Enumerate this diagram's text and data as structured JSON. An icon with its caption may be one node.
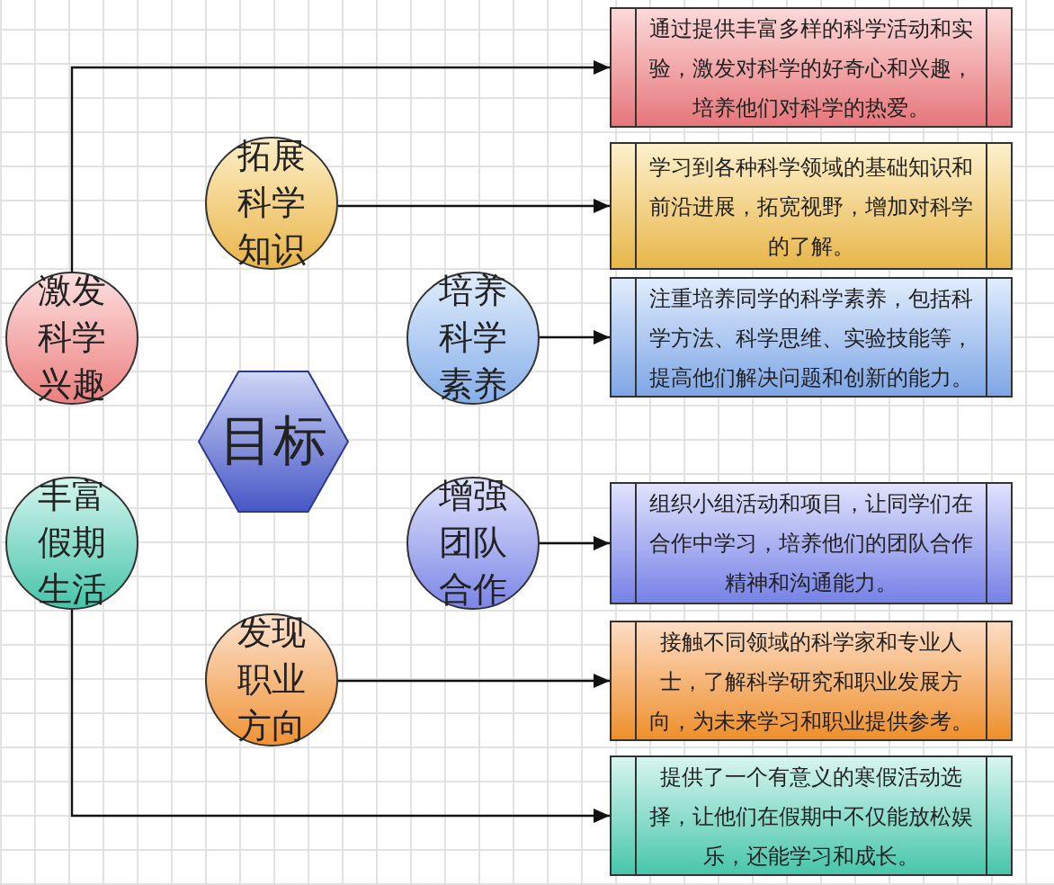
{
  "diagram": {
    "nodes": [
      {
        "text": [
          "激发科学兴趣"
        ]
      },
      {
        "text": [
          "丰富假期生活"
        ]
      },
      {
        "text": [
          "拓展科学知识"
        ]
      },
      {
        "text": [
          "培养科学素养"
        ]
      },
      {
        "text": [
          "目标"
        ]
      },
      {
        "text": [
          "增强团队合作"
        ]
      },
      {
        "text": [
          "发现职业方向"
        ]
      },
      {
        "text": [
          "通过提供丰富多样的科学活动和实验，激发对科学的好奇心和兴趣，培养他们对科学的热爱。"
        ]
      },
      {
        "text": [
          "学习到各种科学领域的基础知识和前沿进展，拓宽视野，增加对科学的了解。"
        ]
      },
      {
        "text": [
          "注重培养同学的科学素养，包括科学方法、科学思维、实验技能等，提高他们解决问题和创新的能力。"
        ]
      },
      {
        "text": [
          "组织小组活动和项目，让同学们在合作中学习，培养他们的团队合作精神和沟通能力。"
        ]
      },
      {
        "text": [
          "接触不同领域的科学家和专业人士，了解科学研究和职业发展方向，为未来学习和职业提供参考。"
        ]
      },
      {
        "text": [
          "提供了一个有意义的寒假活动选择，让他们在假期中不仅能放松娱乐，还能学习和成长。"
        ]
      }
    ],
    "edges": [
      {
        "from": 0,
        "to": 7,
        "arrow": "to"
      },
      {
        "from": 2,
        "to": 8,
        "arrow": "to"
      },
      {
        "from": 3,
        "to": 9,
        "arrow": "to"
      },
      {
        "from": 5,
        "to": 10,
        "arrow": "to"
      },
      {
        "from": 6,
        "to": 11,
        "arrow": "to"
      },
      {
        "from": 1,
        "to": 12,
        "arrow": "to"
      }
    ]
  }
}
